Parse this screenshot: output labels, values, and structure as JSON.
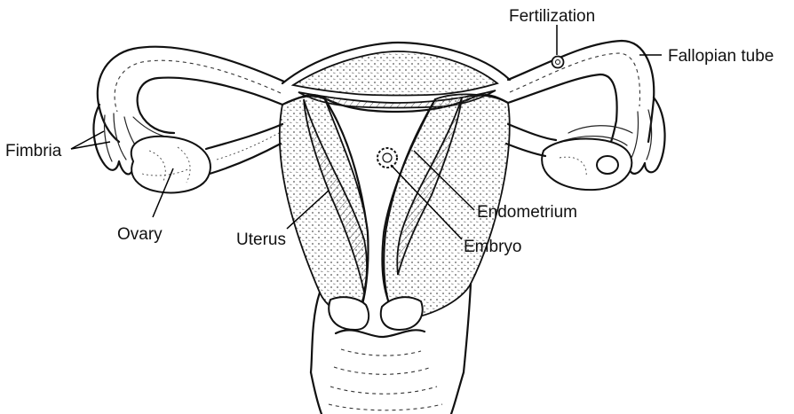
{
  "labels": {
    "fertilization": "Fertilization",
    "fallopian_tube": "Fallopian tube",
    "fimbria": "Fimbria",
    "ovary": "Ovary",
    "uterus": "Uterus",
    "endometrium": "Endometrium",
    "embryo": "Embryo"
  }
}
